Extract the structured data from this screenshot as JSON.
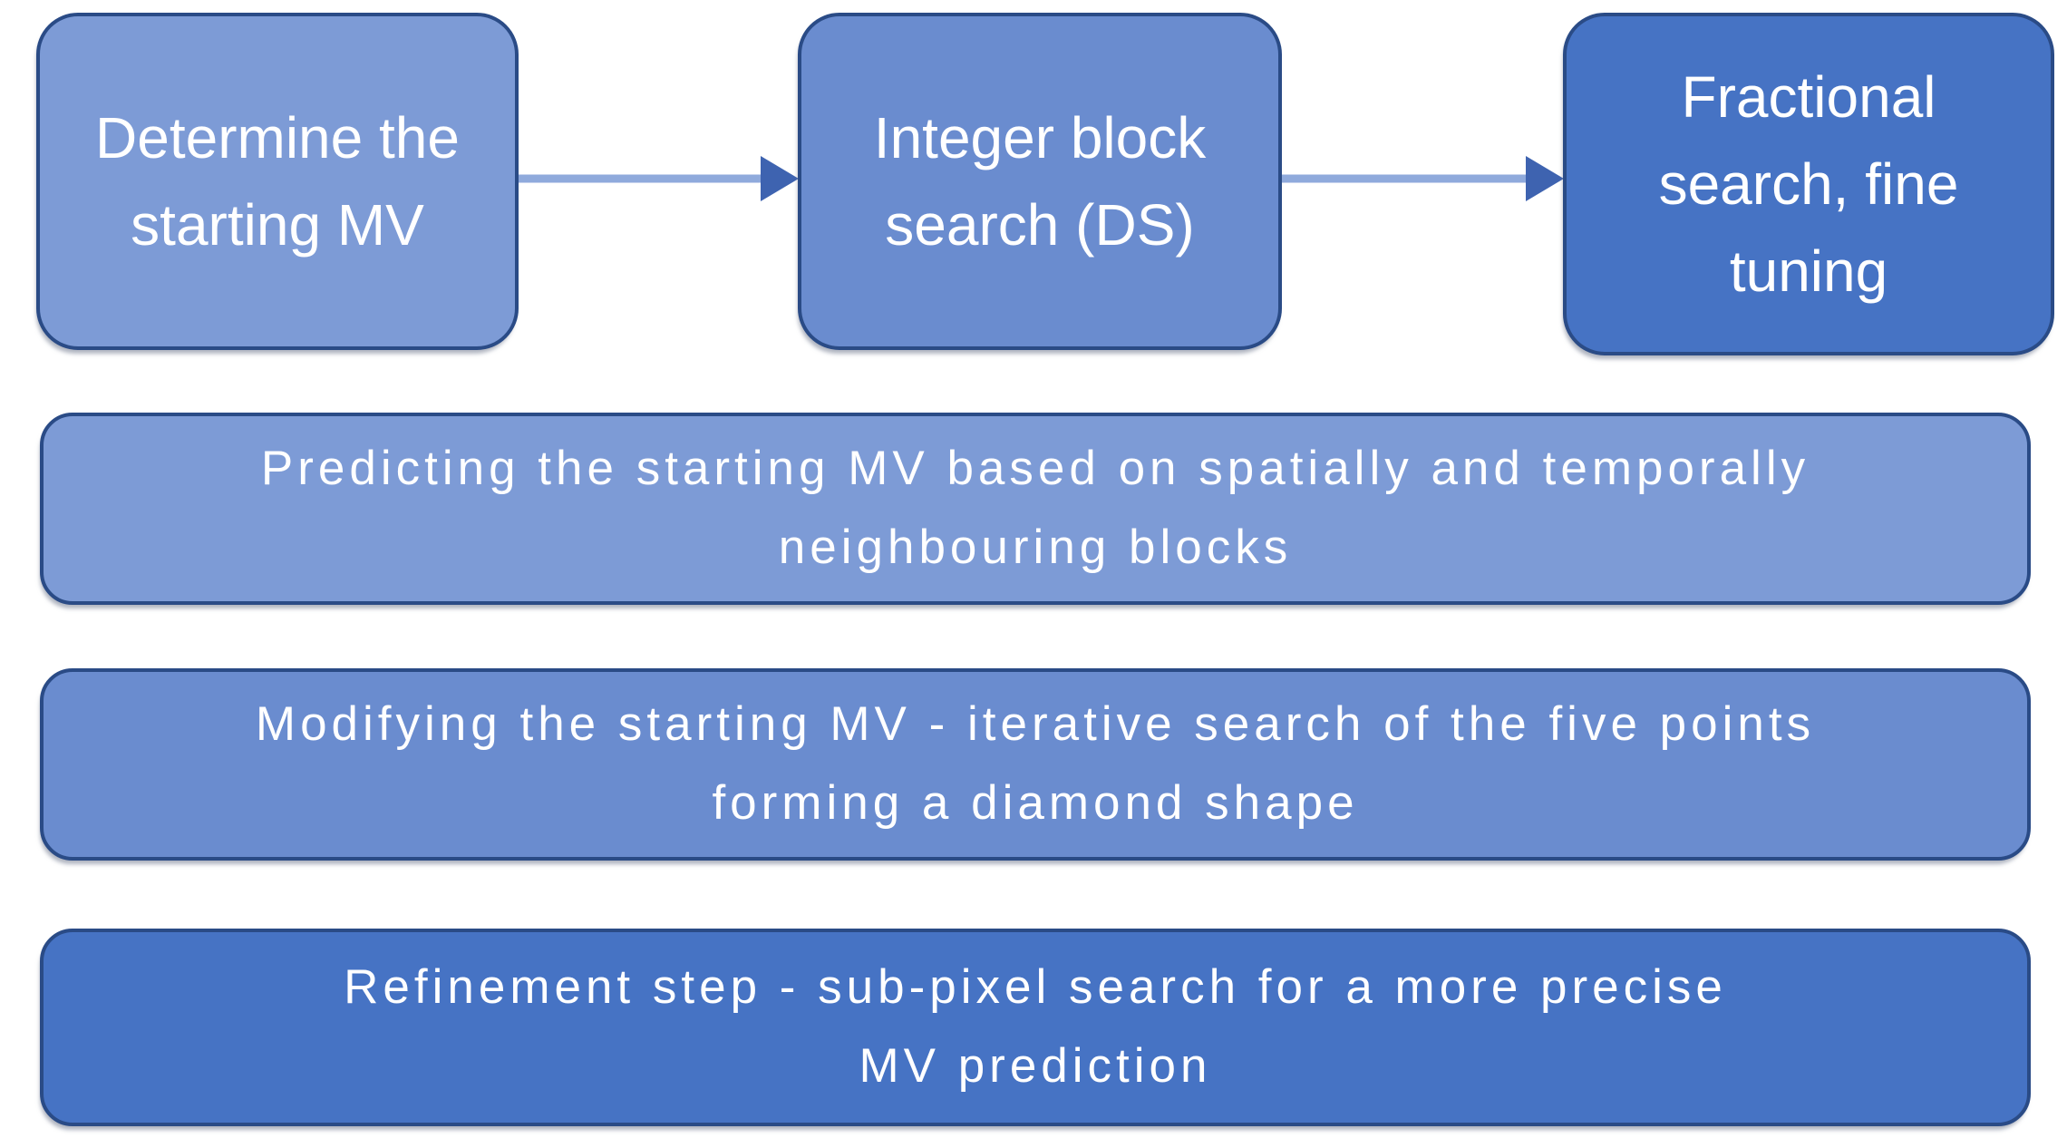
{
  "background": "#FFFFFF",
  "text_color": "#FFFFFF",
  "border_color": "#2A4B86",
  "flow_boxes": [
    {
      "name": "determine-starting-mv",
      "lines": [
        "Determine the",
        "starting MV"
      ],
      "fill": "#7D9BD6"
    },
    {
      "name": "integer-block-search",
      "lines": [
        "Integer block",
        "search (DS)"
      ],
      "fill": "#6A8CCF"
    },
    {
      "name": "fractional-search",
      "lines": [
        "Fractional",
        "search, fine",
        "tuning"
      ],
      "fill": "#4673C4"
    }
  ],
  "detail_bars": [
    {
      "name": "predicting-starting-mv",
      "lines": [
        "Predicting the starting MV based on spatially and temporally",
        "neighbouring blocks"
      ],
      "fill": "#7D9BD6"
    },
    {
      "name": "modifying-starting-mv",
      "lines": [
        "Modifying the starting MV - iterative search of the five points",
        "forming a diamond shape"
      ],
      "fill": "#6A8CCF"
    },
    {
      "name": "refinement-step",
      "lines": [
        "Refinement step - sub-pixel search for a more precise",
        "MV prediction"
      ],
      "fill": "#4673C4"
    }
  ],
  "arrows": {
    "shaft_color": "#8FAADC",
    "head_color": "#3E63B0"
  }
}
